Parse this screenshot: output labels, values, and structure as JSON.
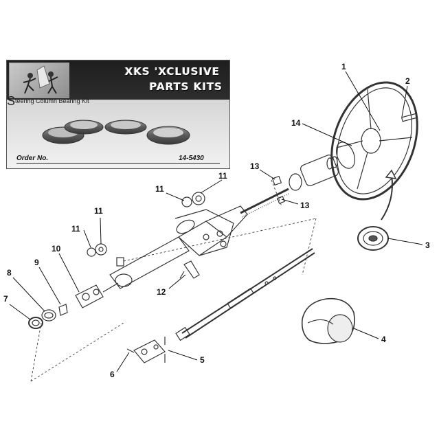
{
  "promo": {
    "title_line1": "XKS 'XCLUSIVE",
    "title_line2": "PARTS KITS",
    "kit_name_initial": "S",
    "kit_name_rest": "teering Column Bearing Kit",
    "order_label": "Order No.",
    "order_number": "14-5430"
  },
  "callouts": {
    "c1": "1",
    "c2": "2",
    "c3": "3",
    "c4": "4",
    "c5": "5",
    "c6": "6",
    "c7": "7",
    "c8": "8",
    "c9": "9",
    "c10": "10",
    "c11a": "11",
    "c11b": "11",
    "c11c": "11",
    "c11d": "11",
    "c12": "12",
    "c13a": "13",
    "c13b": "13",
    "c14": "14"
  },
  "icons": {
    "header_thumbnail": "people-illustration-icon"
  },
  "colors": {
    "line": "#333333",
    "card_header": "#1e1e1e"
  }
}
